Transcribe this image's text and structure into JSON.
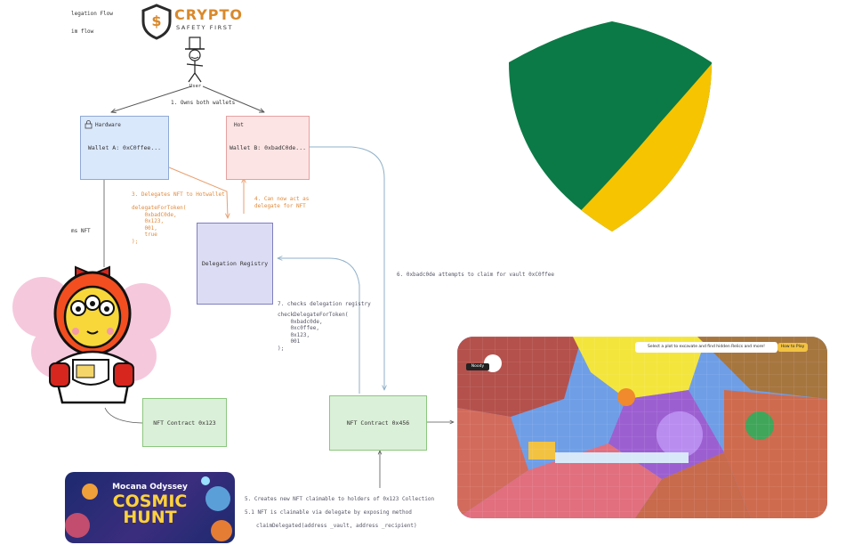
{
  "legend": {
    "item1": "legation Flow",
    "item2": "im flow"
  },
  "logo": {
    "word1": "CRYPTO",
    "word2": "SAFETY FIRST",
    "symbol": "$"
  },
  "user_label": "User",
  "edge_labels": {
    "owns": "1. Owns both wallets",
    "delegates": "3. Delegates NFT to Hotwallet",
    "delegate_code": "delegateForToken(\n    0xbadC0de,\n    0x123,\n    001,\n    true\n);",
    "can_act": "4. Can now act as\ndelegate for NFT",
    "left_cut": "ms NFT",
    "attempts": "6. 0xbadc0de attempts to claim for vault 0xC0ffee",
    "checks": "7. checks delegation registry",
    "check_code": "checkDelegateForToken(\n    0xbadc0de,\n    0xc0ffee,\n    0x123,\n    001\n);",
    "creates": "5. Creates new NFT claimable to holders of 0x123 Collection",
    "claimable": "5.1 NFT is claimable via delegate by exposing method",
    "claim_method": "claimDelegated(address _vault, address _recipient)"
  },
  "nodes": {
    "hardware": {
      "tag": "Hardware",
      "label": "Wallet A: 0xC0ffee..."
    },
    "hot": {
      "tag": "Hot",
      "label": "Wallet B: 0xbadC0de..."
    },
    "registry": {
      "label": "Delegation Registry"
    },
    "nft123": {
      "label": "NFT Contract 0x123"
    },
    "nft456": {
      "label": "NFT Contract 0x456"
    }
  },
  "banner": {
    "line1": "Mocana Odyssey",
    "line2": "COSMIC",
    "line3": "HUNT"
  },
  "game": {
    "hint": "Select a plot to excavate and find hidden Relics and more!",
    "how_to_play": "How to Play",
    "player": "Noody"
  },
  "colors": {
    "shield_green": "#0b7a46",
    "shield_yellow": "#f6c400",
    "edge_orange": "#e8a070",
    "edge_blue": "#8fb0c8"
  }
}
